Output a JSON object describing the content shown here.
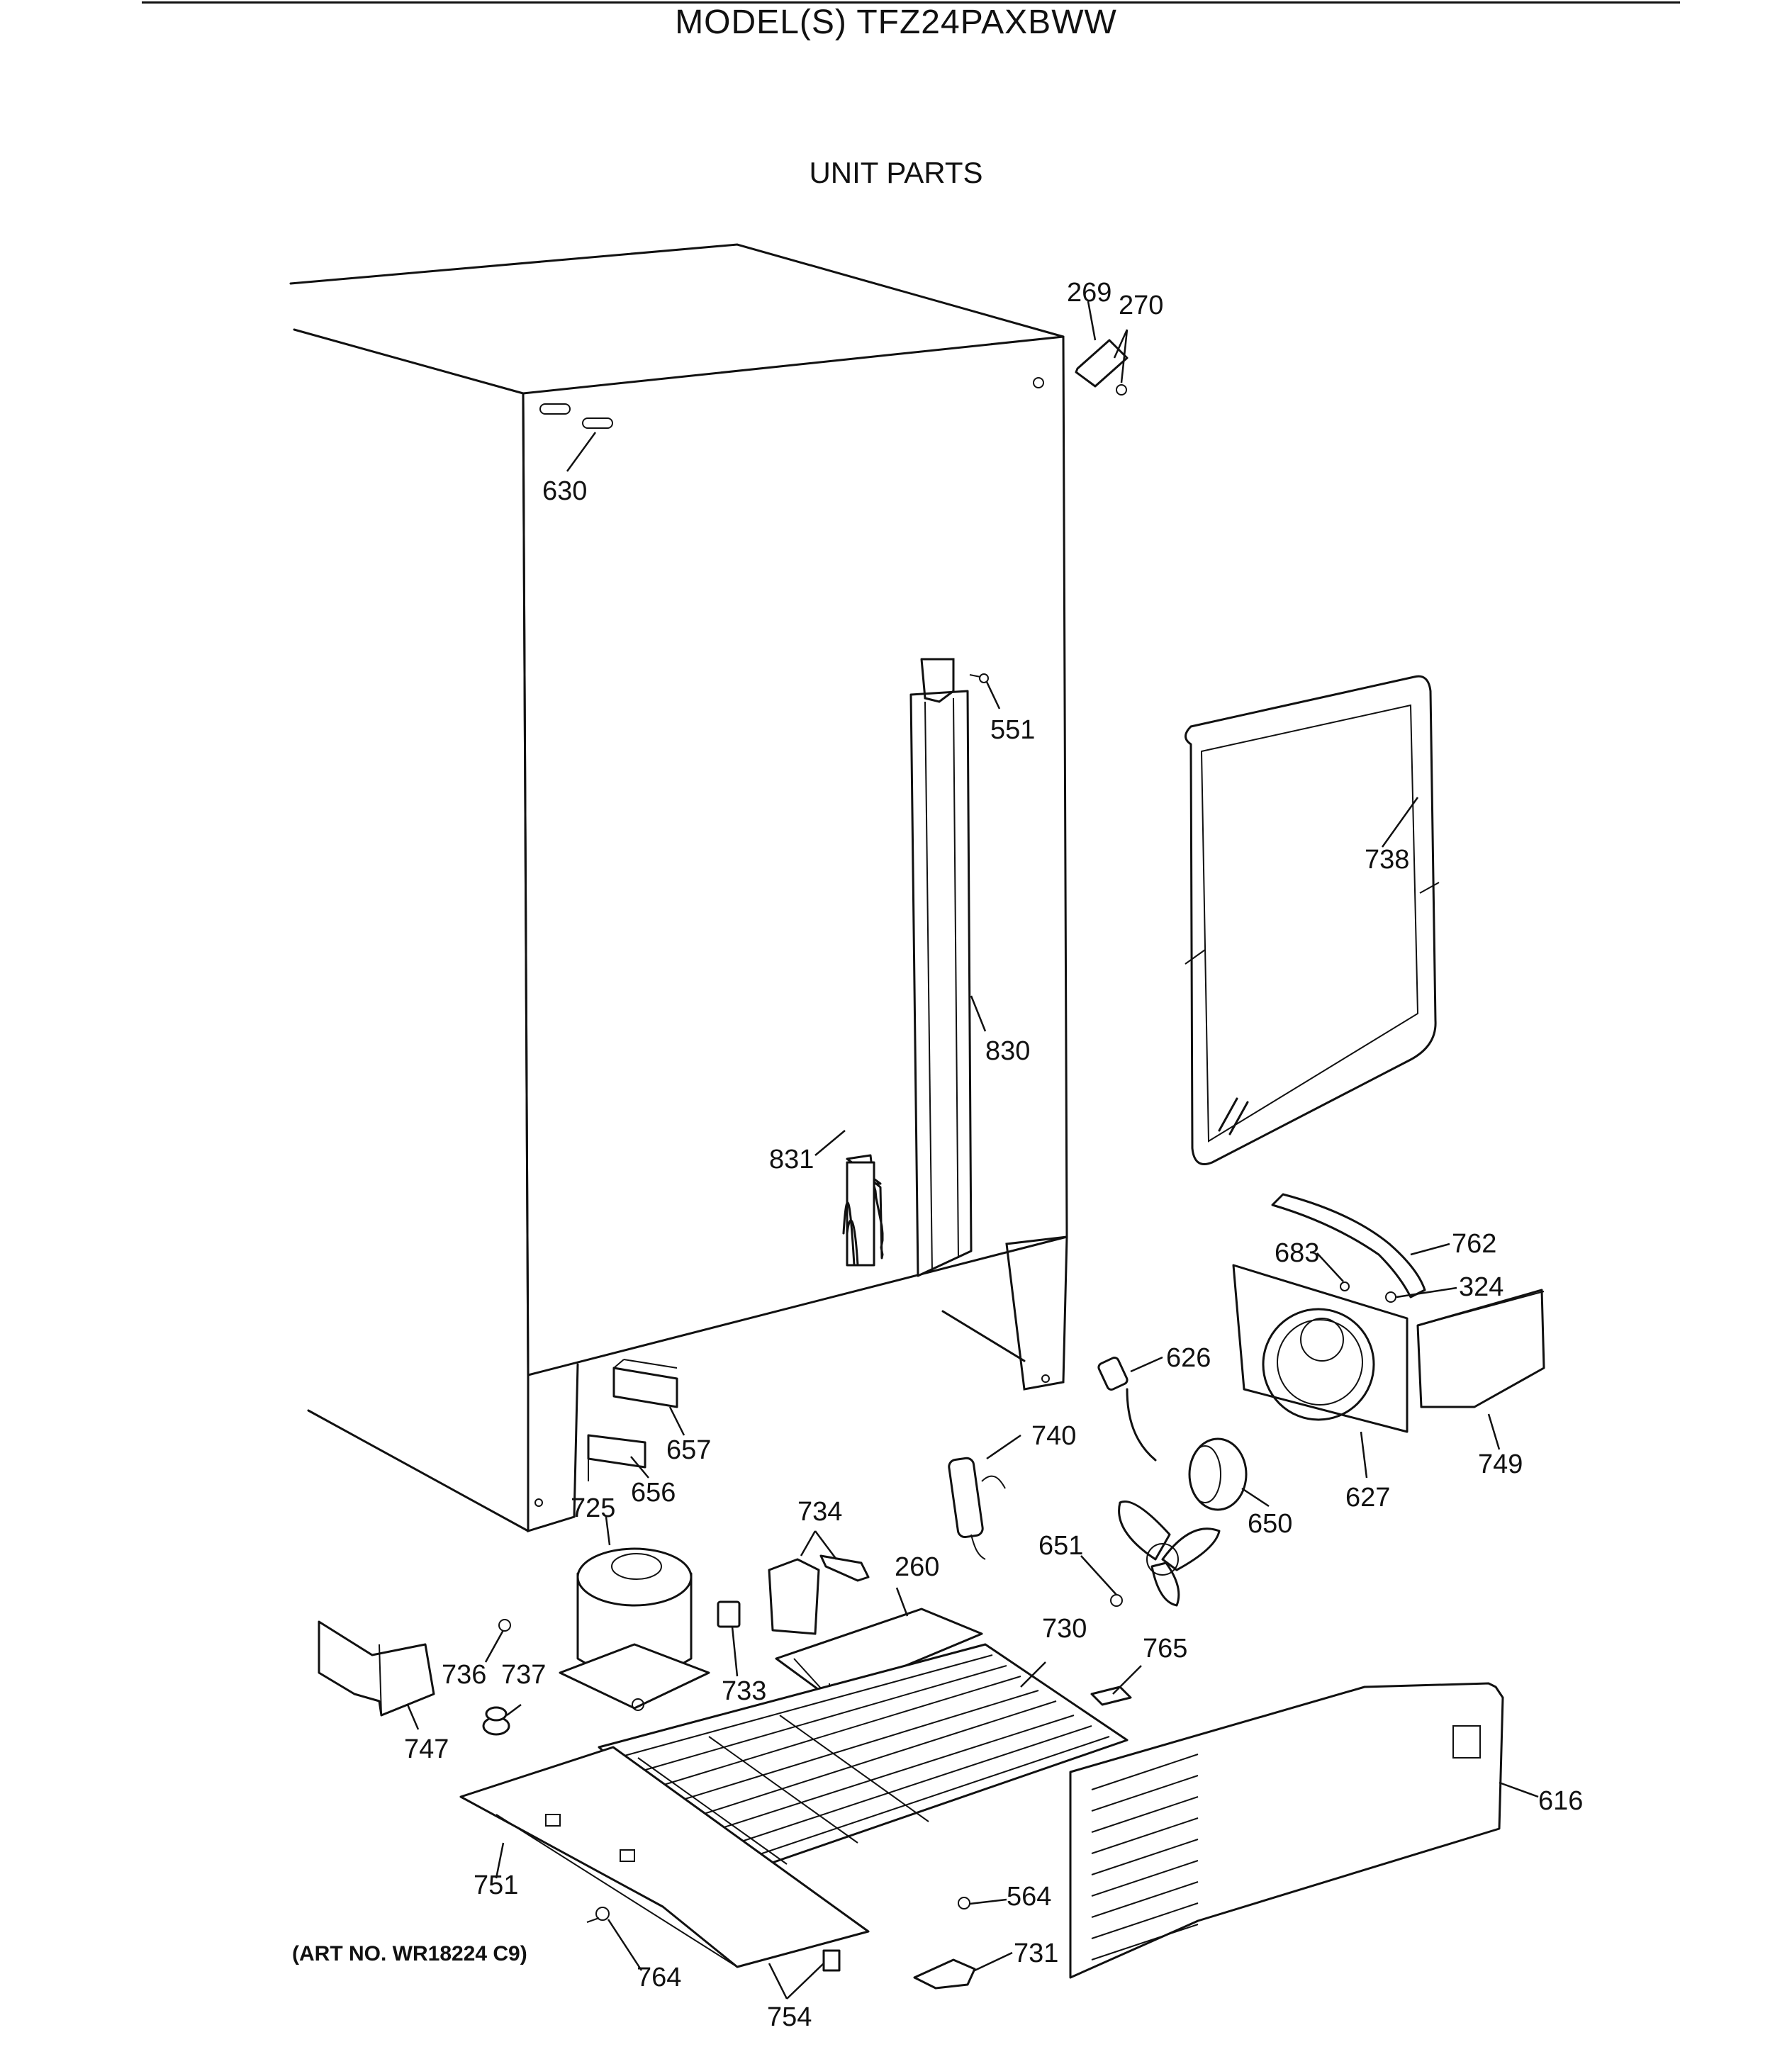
{
  "header": {
    "model_title": "MODEL(S) TFZ24PAXBWW",
    "section_title": "UNIT PARTS"
  },
  "footer": {
    "art_number": "(ART NO. WR18224 C9)"
  },
  "callouts": [
    "269",
    "270",
    "630",
    "551",
    "738",
    "830",
    "831",
    "762",
    "683",
    "324",
    "626",
    "657",
    "740",
    "656",
    "749",
    "627",
    "725",
    "734",
    "650",
    "651",
    "260",
    "730",
    "765",
    "736",
    "737",
    "733",
    "747",
    "616",
    "751",
    "564",
    "731",
    "764",
    "754"
  ]
}
